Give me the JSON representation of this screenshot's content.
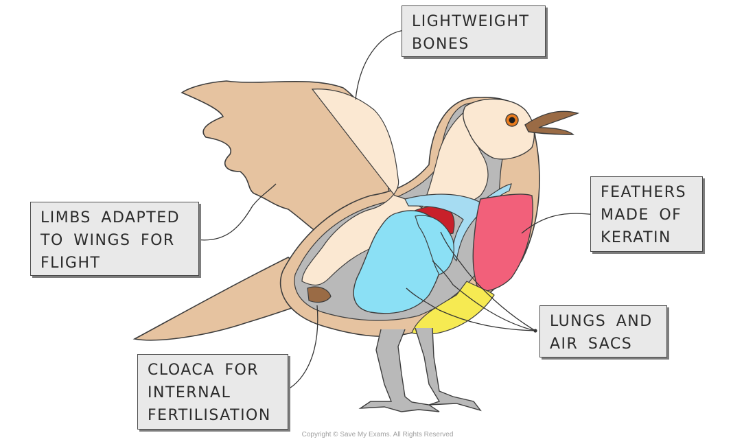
{
  "labels": {
    "bones": [
      "LIGHTWEIGHT",
      "BONES"
    ],
    "wings": [
      "LIMBS ADAPTED",
      "TO WINGS FOR",
      "FLIGHT"
    ],
    "feathers": [
      "FEATHERS",
      "MADE OF",
      "KERATIN"
    ],
    "lungs": [
      "LUNGS AND",
      "AIR SACS"
    ],
    "cloaca": [
      "CLOACA FOR",
      "INTERNAL",
      "FERTILISATION"
    ]
  },
  "copyright": "Copyright © Save My Exams. All Rights Reserved",
  "colors": {
    "plumage": "#e6c3a0",
    "body_cavity": "#b9b9b9",
    "flesh": "#fbe8d2",
    "lungs": "#8be0f5",
    "air_tube": "#a6dcf2",
    "muscle": "#c8202a",
    "chest_feathers": "#f2607a",
    "belly": "#f6ea52",
    "beak": "#9a6b45",
    "eye": "#e97b1d",
    "label_fill": "#e9e9e9"
  }
}
